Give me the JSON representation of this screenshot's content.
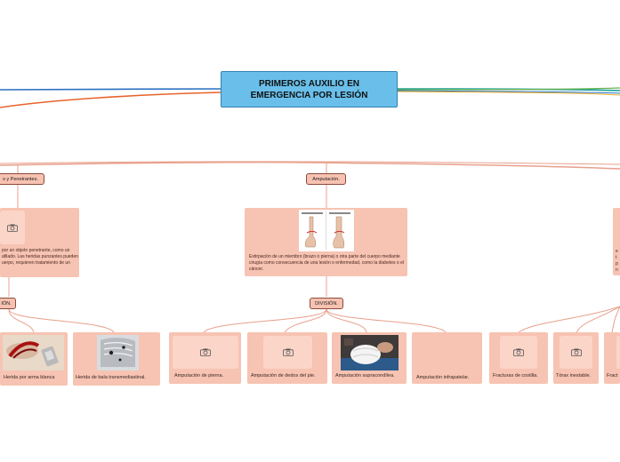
{
  "central": {
    "line1": "PRIMEROS AUXILIO EN",
    "line2": "EMERGENCIA POR LESIÓN"
  },
  "topics": {
    "penetrantes": "s y Penetrantes.",
    "amputacion": "Amputación.",
    "division_left": "IÓN.",
    "division_center": "DIVISIÓN."
  },
  "cards": {
    "left_text": "por un objeto penetrante, como un\nafilado. Las heridas punzantes pueden\nuerpo, requieren tratamiento de un",
    "center_text": "Extirpación de un miembro (brazo o pierna) o otra parte del cuerpo mediante cirugía como consecuencia de una lesión o enfermedad, como la diabetes o el cáncer.",
    "right_text_1": "e",
    "right_text_2": "t",
    "right_text_3": "p",
    "right_text_4": "n"
  },
  "leaves": [
    {
      "label": "Herida por arma blanca"
    },
    {
      "label": "Herida de bala transmediastinal."
    },
    {
      "label": "Amputación de pierna."
    },
    {
      "label": "Amputación de dedos del pie."
    },
    {
      "label": "Amputación supracondílea."
    },
    {
      "label": "Amputación infrapatelar."
    },
    {
      "label": "Fracturas de costilla."
    },
    {
      "label": "Tórax inestable."
    },
    {
      "label": "Fract"
    }
  ],
  "colors": {
    "central_fill": "#69bfea",
    "branch_orange": "#e8632a",
    "branch_blue": "#2a6fc0",
    "branch_teal": "#1aa19c",
    "card_fill": "#f7c3b2",
    "connector": "#e8a08c"
  },
  "icons": {
    "placeholder": "camera-icon"
  }
}
